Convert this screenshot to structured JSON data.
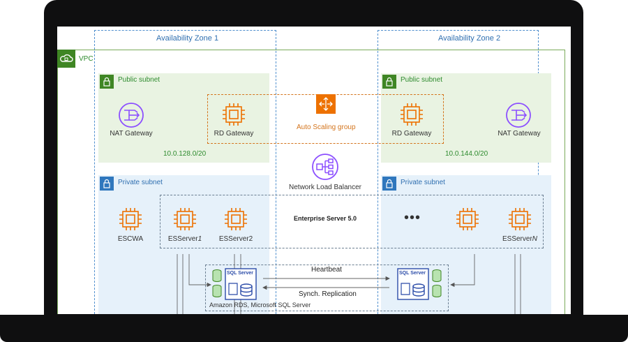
{
  "zones": {
    "zone1": "Availability Zone 1",
    "zone2": "Availability Zone 2"
  },
  "vpc": {
    "label": "VPC"
  },
  "public_subnet": {
    "label_1": "Public subnet",
    "label_2": "Public subnet",
    "cidr_1": "10.0.128.0/20",
    "cidr_2": "10.0.144.0/20"
  },
  "private_subnet": {
    "label_1": "Private subnet",
    "label_2": "Private subnet"
  },
  "nodes": {
    "nat_gateway_1": "NAT Gateway",
    "rd_gateway_1": "RD Gateway",
    "auto_scaling": "Auto Scaling group",
    "rd_gateway_2": "RD Gateway",
    "nat_gateway_2": "NAT Gateway",
    "nlb": "Network Load Balancer",
    "escwa": "ESCWA",
    "esserver1_prefix": "ESServer",
    "esserver1_suffix": "1",
    "esserver2": "ESServer2",
    "esservern_prefix": "ESServer",
    "esservern_suffix": "N",
    "enterprise_server": "Enterprise Server 5.0",
    "more": "•••"
  },
  "database": {
    "sql_label_left": "SQL Server",
    "sql_label_right": "SQL Server",
    "heartbeat": "Heartbeat",
    "replication": "Synch. Replication",
    "rds_caption": "Amazon RDS, Microsoft SQL Server"
  },
  "colors": {
    "bezel": "#0f0f10",
    "aws_orange": "#ed7100",
    "aws_purple": "#8c4fff",
    "subnet_public_fill": "#e9f3e2",
    "subnet_private_fill": "#e6f1fa",
    "vpc_green": "#3f8624",
    "sql_blue": "#2a4ba8"
  }
}
